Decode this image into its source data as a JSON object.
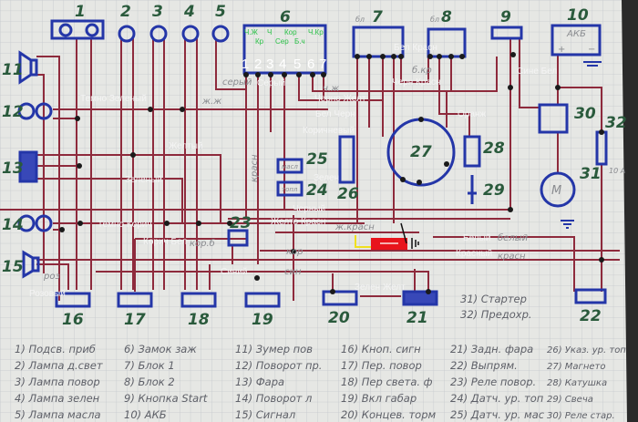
{
  "component_numbers": [
    "1",
    "2",
    "3",
    "4",
    "5",
    "6",
    "7",
    "8",
    "9",
    "10",
    "11",
    "12",
    "13",
    "14",
    "15",
    "16",
    "17",
    "18",
    "19",
    "20",
    "21",
    "22",
    "23",
    "24",
    "25",
    "26",
    "27",
    "28",
    "29",
    "30",
    "31",
    "32"
  ],
  "ignition_pins": [
    "1",
    "2",
    "3",
    "4",
    "5",
    "6",
    "7"
  ],
  "ignition_pin_codes": [
    "Ч.Ж",
    "Ч",
    "Кор",
    "Ч.Кр",
    "Кр",
    "Сер",
    "Б.ч"
  ],
  "component_inner_text": {
    "battery": "АКБ",
    "battery_plus": "+",
    "battery_minus": "−",
    "motor": "M",
    "fuse_rating": "10 A",
    "block7": "бл",
    "block8": "бл",
    "sensor24": "топл",
    "sensor25": "масл"
  },
  "wire_labels": {
    "dark_green": "Темно Зеленый",
    "yellow": "Желтый",
    "green": "Зеленый",
    "dark_brown": "Темно Корич",
    "brown_white": "Корич Бел",
    "blue": "Синий",
    "pink": "Розовый",
    "gray": "Серый",
    "black_yellow": "Черно Желт",
    "white_black": "Бел Черн",
    "brown": "Коричневый",
    "white_red": "Бел Красн",
    "black_red": "Черн Красн",
    "orange": "Оранж",
    "blue_white": "Сине Бел",
    "green2": "Зелен",
    "black": "Черный",
    "yellow_red": "Желто Красн",
    "white": "Белый",
    "red": "Красный",
    "green_yellow": "Зелен Желт"
  },
  "handwritten_notes": {
    "kor": "кор",
    "sin": "син",
    "zh_krasn": "ж.красн",
    "belyi": "белый",
    "krasn": "красн",
    "krasn_vert": "красн",
    "seryi": "серый",
    "b_kr": "б.кр",
    "ch_zh": "ч.ж",
    "zh_zh": "ж.ж",
    "roz": "роз",
    "kor_b": "кор.б"
  },
  "legend": [
    "1) Подсв. приб",
    "2) Лампа д.свет",
    "3) Лампа повор",
    "4) Лампа зелен",
    "5) Лампа масла",
    "6) Замок заж",
    "7) Блок 1",
    "8) Блок 2",
    "9) Кнопка Start",
    "10) АКБ",
    "11) Зумер пов",
    "12) Поворот пр.",
    "13) Фара",
    "14) Поворот л",
    "15) Сигнал",
    "16) Кноп. сигн",
    "17) Пер. повор",
    "18) Пер света. ф",
    "19) Вкл габар",
    "20) Концев. торм",
    "21) Задн. фара",
    "22) Выпрям.",
    "23) Реле повор.",
    "24) Датч. ур. топ",
    "25) Датч. ур. мас",
    "26) Указ. ур. топ",
    "27) Магнето",
    "28) Катушка",
    "29) Свеча",
    "30) Реле стар.",
    "31) Стартер",
    "32) Предохр."
  ],
  "colors": {
    "wire": "#8e2a3c",
    "component": "#2436a8",
    "number": "#2a5a3c",
    "paper": "#e6e7e4",
    "grid": "#c4c7cc",
    "highlight": "#e8141c",
    "highlight_wire": "#f0e020"
  }
}
